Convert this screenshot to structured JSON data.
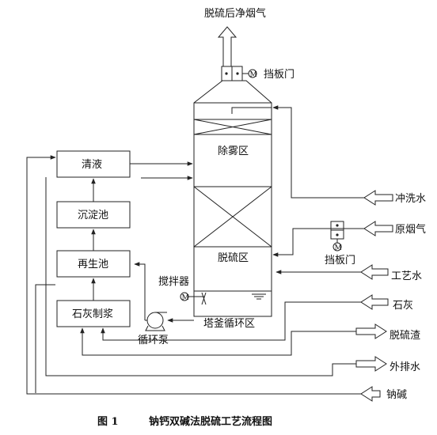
{
  "diagram": {
    "outlet_label": "脱硫后净烟气",
    "top_damper_label": "挡板门",
    "side_damper_label": "挡板门",
    "mist_zone_label": "除雾区",
    "desulf_zone_label": "脱硫区",
    "sump_label": "塔釜循环区",
    "agitator_label": "搅拌器",
    "pump_label": "循环泵",
    "motor_symbol": "M",
    "boxes": {
      "clear_liquid": "清液",
      "settling_tank": "沉淀池",
      "regeneration_tank": "再生池",
      "lime_slurry": "石灰制浆"
    },
    "streams": {
      "flush_water": "冲洗水",
      "raw_flue_gas": "原烟气",
      "process_water": "工艺水",
      "lime": "石灰",
      "desulf_residue": "脱硫渣",
      "external_water": "外排水",
      "sodium_alkali": "钠碱"
    },
    "caption": {
      "number": "图 1",
      "title": "钠钙双碱法脱硫工艺流程图"
    }
  }
}
